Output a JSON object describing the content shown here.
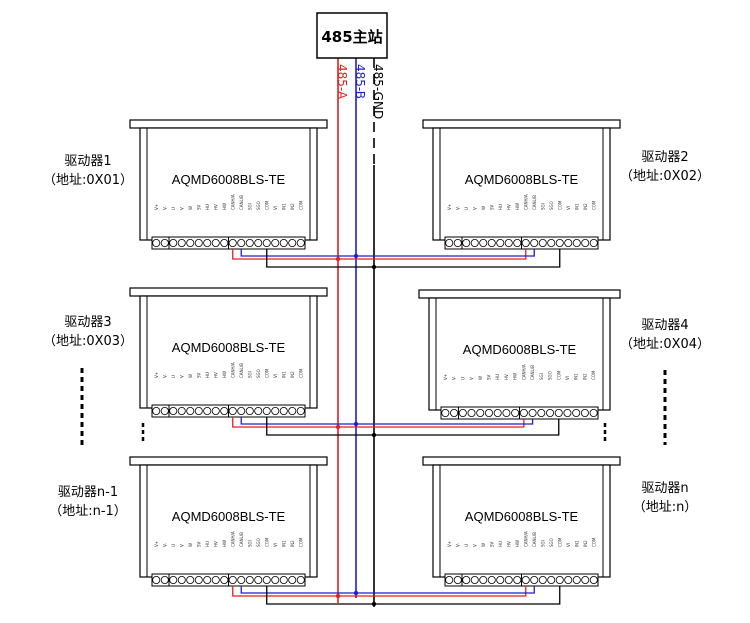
{
  "master": {
    "label": "485主站"
  },
  "bus": {
    "a_label": "485-A",
    "b_label": "485-B",
    "gnd_label": "485-GND",
    "colors": {
      "a": "#e02020",
      "b": "#1f1fd0",
      "gnd": "#000000"
    }
  },
  "drivers": [
    {
      "name": "驱动器1",
      "address": "（地址:0X01）",
      "model": "AQMD6008BLS-TE"
    },
    {
      "name": "驱动器2",
      "address": "（地址:0X02）",
      "model": "AQMD6008BLS-TE"
    },
    {
      "name": "驱动器3",
      "address": "（地址:0X03）",
      "model": "AQMD6008BLS-TE"
    },
    {
      "name": "驱动器4",
      "address": "（地址:0X04）",
      "model": "AQMD6008BLS-TE"
    },
    {
      "name": "驱动器n-1",
      "address": "（地址:n-1）",
      "model": "AQMD6008BLS-TE"
    },
    {
      "name": "驱动器n",
      "address": "（地址:n）",
      "model": "AQMD6008BLS-TE"
    }
  ],
  "pin_labels": [
    "V+",
    "V-",
    "U",
    "V",
    "W",
    "5V",
    "HU",
    "HV",
    "HW",
    "CANH/A",
    "CANL/B",
    "SGI",
    "SGO",
    "COM",
    "VI",
    "IN1",
    "IN2",
    "COM"
  ]
}
